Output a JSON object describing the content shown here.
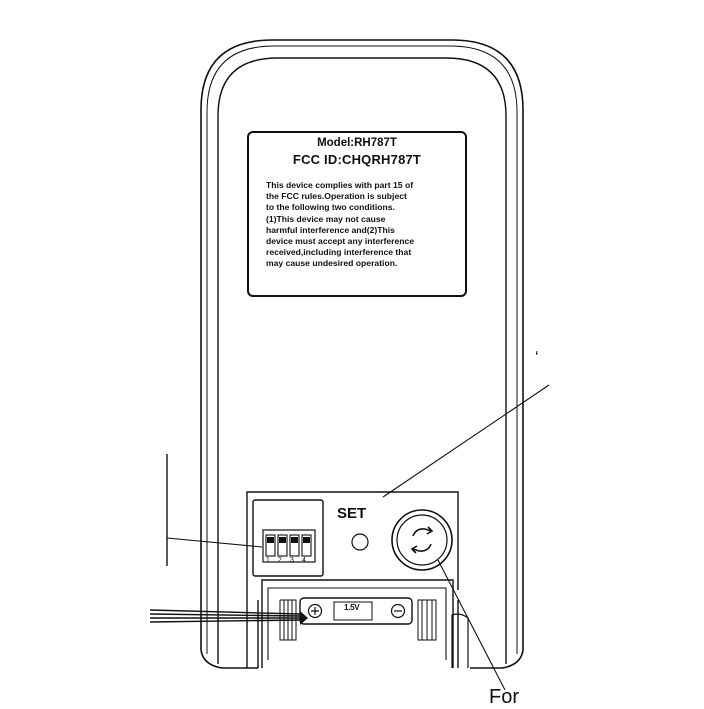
{
  "label": {
    "model": "Model:RH787T",
    "fcc_id": "FCC ID:CHQRH787T",
    "notice_lines": [
      "This device complies with part 15 of",
      "the FCC rules.Operation is subject",
      "to the following two conditions.",
      "(1)This device may not cause",
      " harmful interference and(2)This",
      "device must accept any interference",
      " received,including interference that",
      "may cause undesired operation."
    ]
  },
  "controls": {
    "set_label": "SET",
    "dip_numbers": [
      "1",
      "2",
      "3",
      "4"
    ]
  },
  "battery": {
    "plus": "⊕",
    "minus": "⊖",
    "text": "1.5V"
  },
  "callouts": {
    "right_top": "‘",
    "bottom": "For"
  },
  "colors": {
    "line": "#111111",
    "background": "#ffffff"
  },
  "icons": {
    "button": "sync-arrows-icon"
  }
}
